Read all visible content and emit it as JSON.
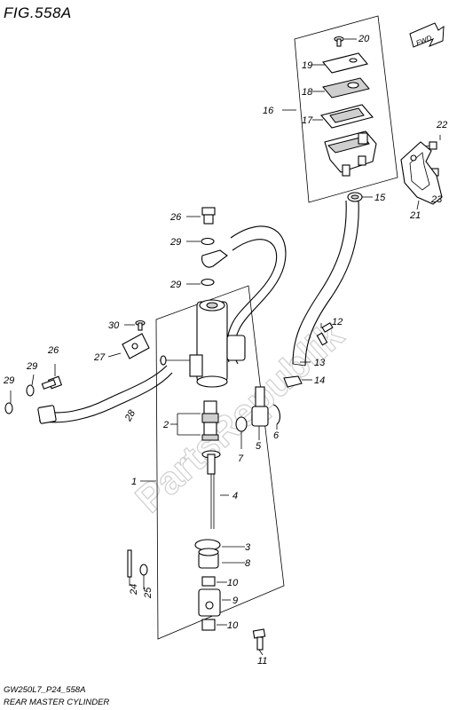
{
  "header": {
    "fig_title": "FIG.558A",
    "fwd_label": "FWD"
  },
  "footer": {
    "code": "GW250L7_P24_558A",
    "caption": "REAR MASTER CYLINDER"
  },
  "watermark": "PartsRepublik",
  "callouts": {
    "c1": "1",
    "c2": "2",
    "c3": "3",
    "c4": "4",
    "c5": "5",
    "c6": "6",
    "c7": "7",
    "c8": "8",
    "c9": "9",
    "c10a": "10",
    "c10b": "10",
    "c11": "11",
    "c12": "12",
    "c13": "13",
    "c14": "14",
    "c15": "15",
    "c16": "16",
    "c17": "17",
    "c18": "18",
    "c19": "19",
    "c20": "20",
    "c21": "21",
    "c22": "22",
    "c23": "23",
    "c24": "24",
    "c25": "25",
    "c26a": "26",
    "c26b": "26",
    "c27": "27",
    "c28": "28",
    "c29a": "29",
    "c29b": "29",
    "c29c": "29",
    "c29d": "29",
    "c30": "30"
  }
}
